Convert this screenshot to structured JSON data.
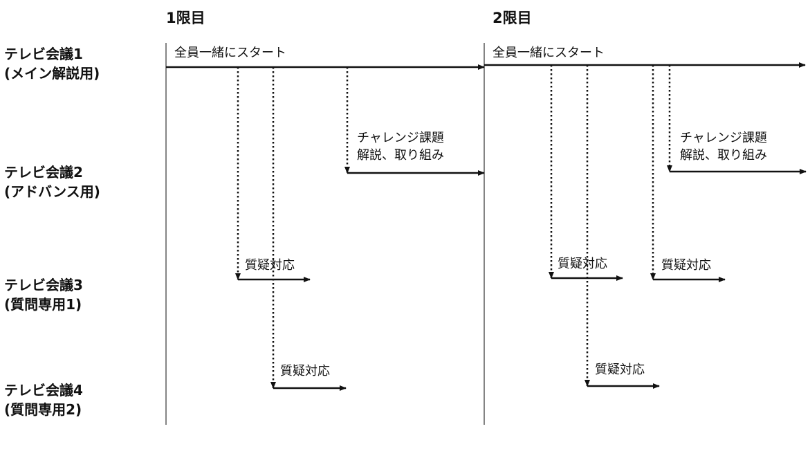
{
  "periods": [
    {
      "label": "1限目"
    },
    {
      "label": "2限目"
    }
  ],
  "rows": [
    {
      "line1": "テレビ会議1",
      "line2": "(メイン解説用)"
    },
    {
      "line1": "テレビ会議2",
      "line2": "(アドバンス用)"
    },
    {
      "line1": "テレビ会議3",
      "line2": "(質問専用1)"
    },
    {
      "line1": "テレビ会議4",
      "line2": "(質問専用2)"
    }
  ],
  "notes": {
    "start": "全員一緒にスタート",
    "challenge_line1": "チャレンジ課題",
    "challenge_line2": "解説、取り組み",
    "qa": "質疑対応"
  },
  "colors": {
    "line": "#111111",
    "divider": "#333333"
  }
}
